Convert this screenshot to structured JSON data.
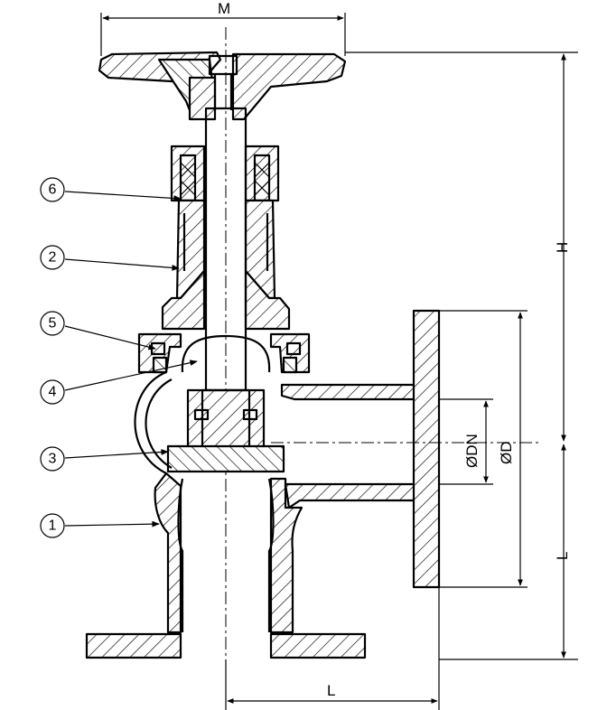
{
  "dimensions": {
    "m": "M",
    "h": "H",
    "l_vertical": "L",
    "l_horizontal": "L",
    "dn": "ØDN",
    "d": "ØD"
  },
  "callouts": [
    "1",
    "2",
    "3",
    "4",
    "5",
    "6"
  ]
}
